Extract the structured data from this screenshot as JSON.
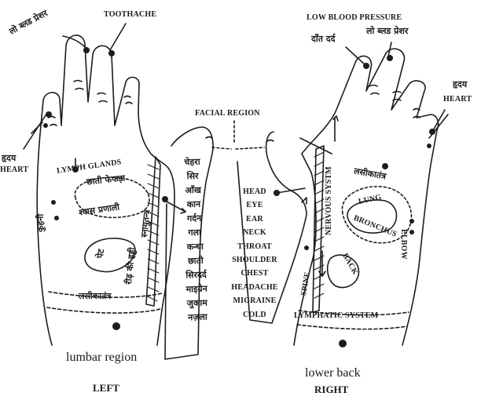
{
  "labels": {
    "toothache": "TOOTHACHE",
    "lymph_hindi_top": "लो ब्लड प्रेशर",
    "heart_hindi_left": "हृदय",
    "heart_left": "HEART",
    "lymph_glands": "LYMPH GLANDS",
    "chhati_fefda": "छाती फेफड़ा",
    "shwas_pranali": "श्वास प्रणाली",
    "kohni": "कुहनी",
    "pet": "पेट",
    "reedh_ki_haddi": "रीढ़ की हड्डी",
    "snayu_tantra": "स्नायुतन्त्र",
    "lasika_left": "लसीकातंत्र",
    "lumbar_region": "lumbar region",
    "left": "LEFT",
    "facial_region": "FACIAL REGION",
    "low_blood_pressure": "LOW BLOOD PRESSURE",
    "dant_dard": "दाँत दर्द",
    "lo_blood_pressure_hindi": "लो ब्लड प्रेशर",
    "heart_hindi_right": "हृदय",
    "heart_right": "HEART",
    "lasika_right": "लसीकातंत्र",
    "lung": "LUNG",
    "bronchus": "BRONCHUS",
    "elbow": "ELBOW",
    "nervous_system": "NERVOUS SYSTM",
    "back": "BACK",
    "spine": "SPINE",
    "lymphatic_system": "LYMPHATIC SYSTEM",
    "lower_back": "lower back",
    "right": "RIGHT"
  },
  "hindi_list": [
    "चेहरा",
    "सिर",
    "आँख",
    "कान",
    "गर्दन",
    "गला",
    "कन्धा",
    "छाती",
    "सिरदर्द",
    "माइग्रेन",
    "जुकाम",
    "नज़ला"
  ],
  "english_list": [
    "HEAD",
    "EYE",
    "EAR",
    "NECK",
    "THROAT",
    "SHOULDER",
    "CHEST",
    "HEADACHE",
    "MIGRAINE",
    "COLD"
  ]
}
